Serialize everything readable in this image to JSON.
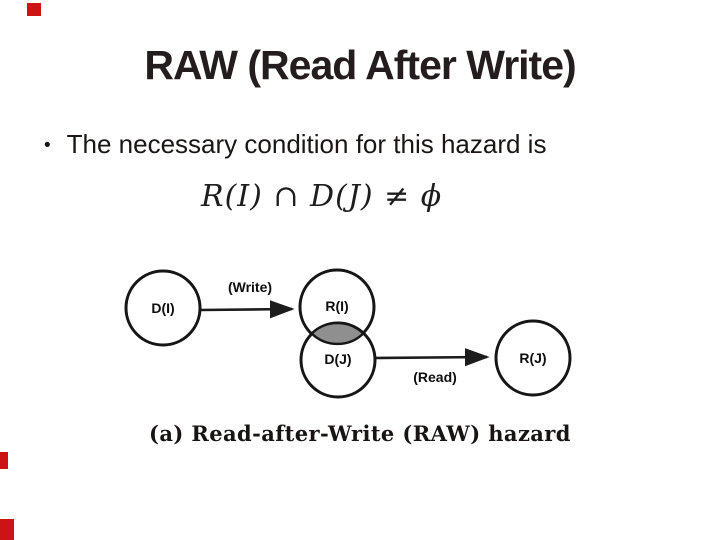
{
  "decor": {
    "accent_color": "#cc1414"
  },
  "slide": {
    "title": "RAW (Read After Write)",
    "bullet_marker": "•",
    "bullet_text": "The necessary condition for this hazard is",
    "formula": "R(I) ∩ D(J) ≠ ϕ",
    "caption": "(a) Read-after-Write (RAW) hazard"
  },
  "diagram": {
    "type": "venn-flow",
    "intersection_fill": "#8f8f8f",
    "nodes": [
      {
        "label": "D(I)"
      },
      {
        "label": "R(I)"
      },
      {
        "label": "D(J)"
      },
      {
        "label": "R(J)"
      }
    ],
    "edges": [
      {
        "label": "(Write)",
        "from": "D(I)",
        "to": "R(I)"
      },
      {
        "label": "(Read)",
        "from": "D(J)",
        "to": "R(J)"
      }
    ]
  }
}
